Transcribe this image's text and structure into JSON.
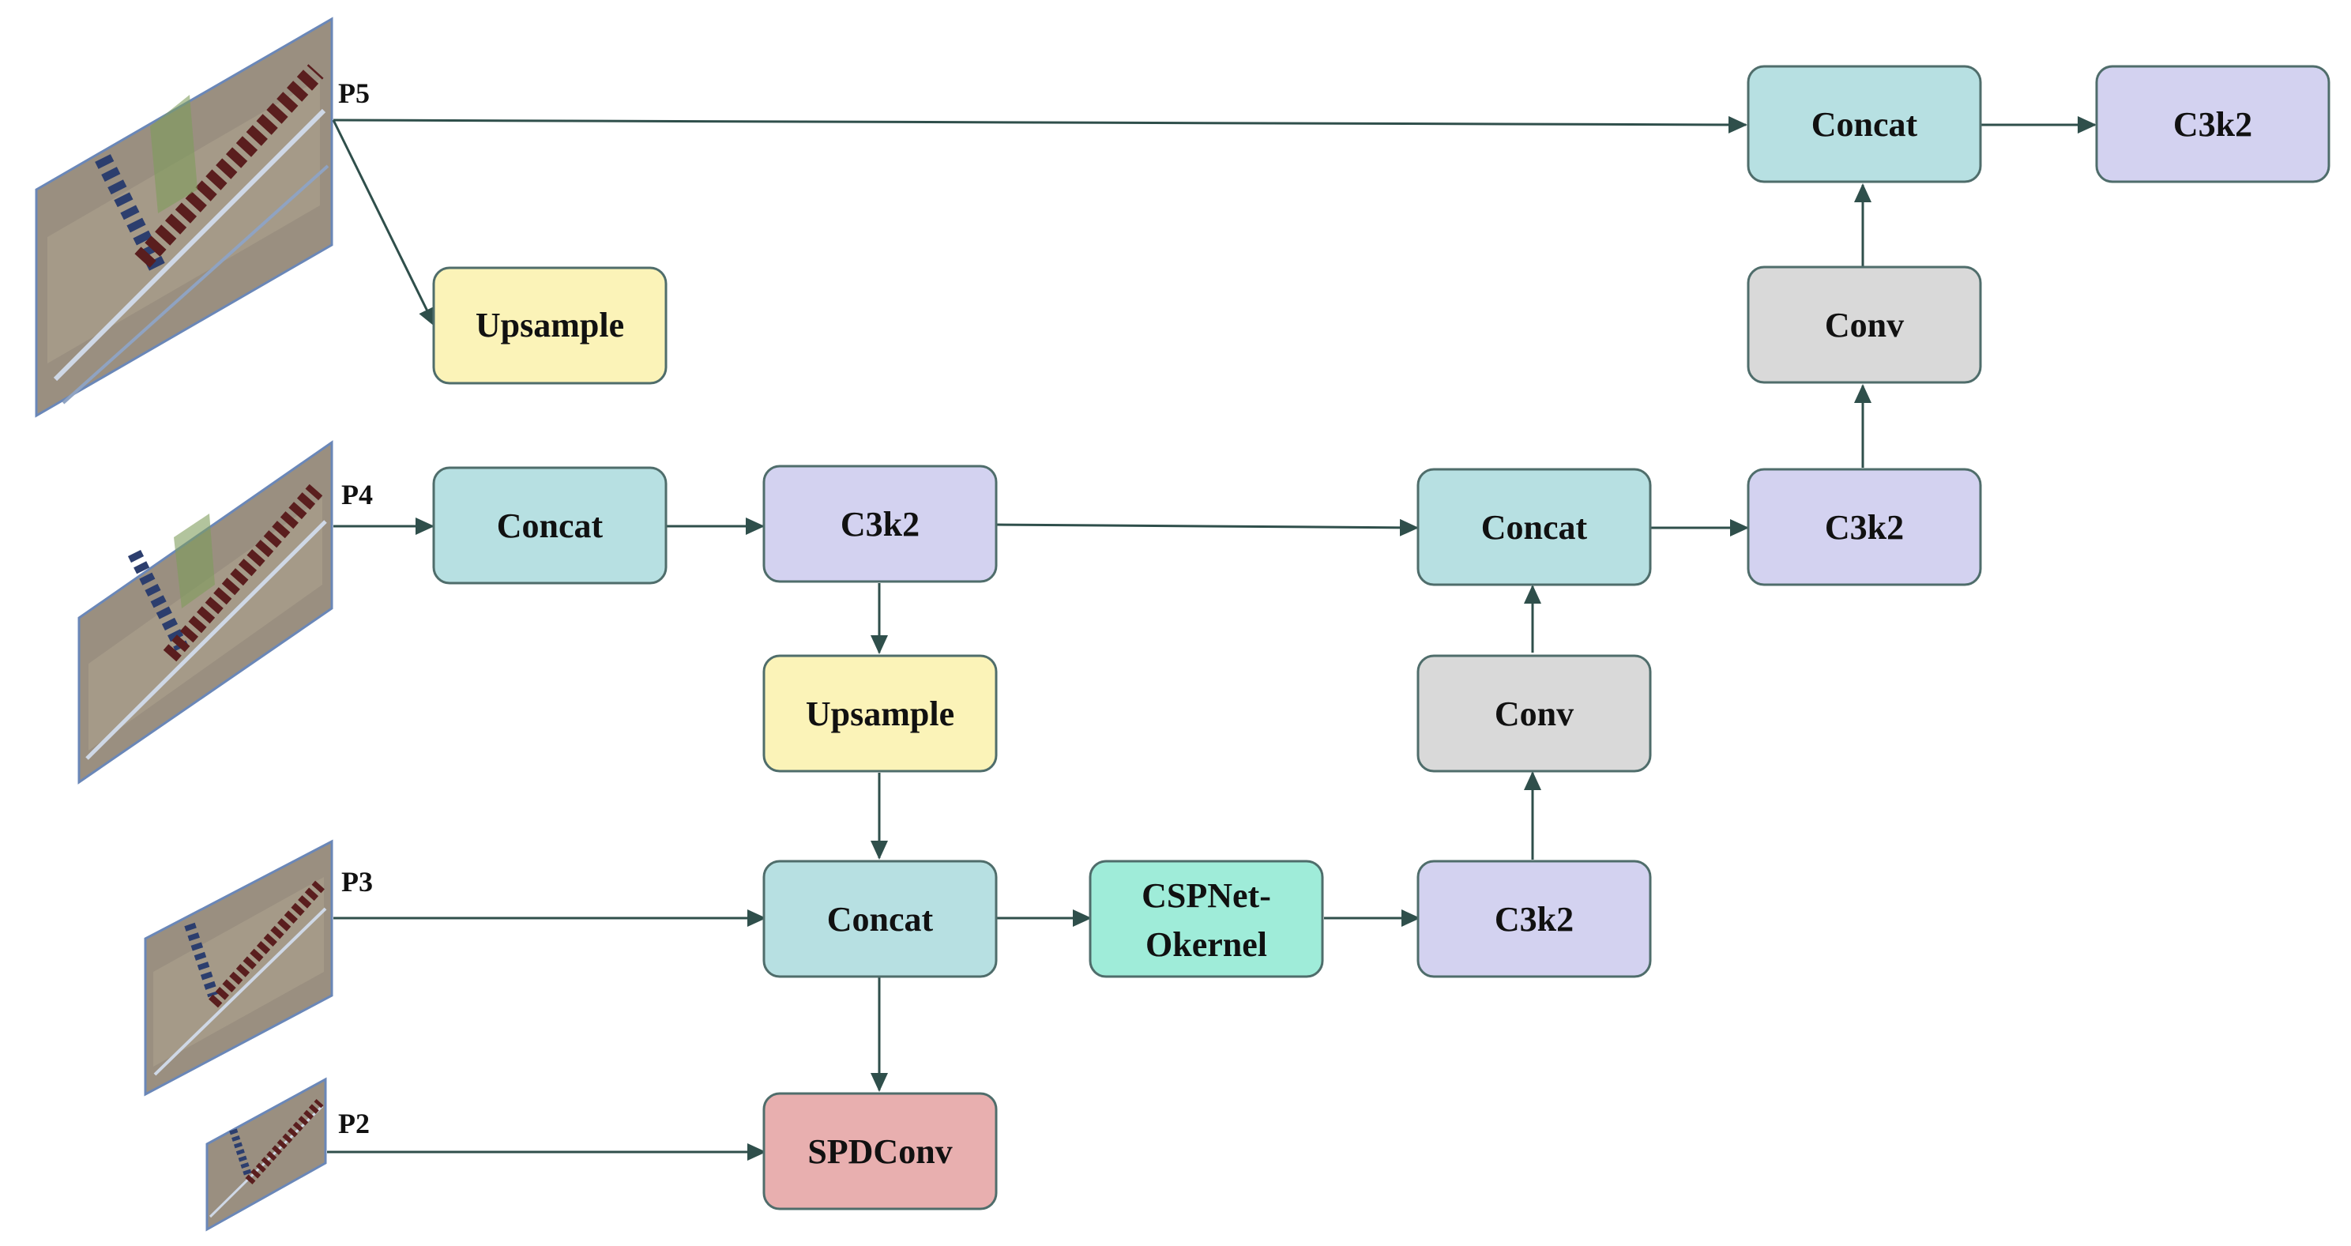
{
  "colors": {
    "concat": "#b7e0e2",
    "c3k2": "#d3d2f0",
    "upsample": "#fbf3b8",
    "conv": "#d9d9d9",
    "cspnet": "#9fecd9",
    "spdconv": "#e8afaf",
    "border": "#4f6d6b",
    "arrow": "#2f4f4b"
  },
  "inputs": {
    "p5": {
      "label": "P5"
    },
    "p4": {
      "label": "P4"
    },
    "p3": {
      "label": "P3"
    },
    "p2": {
      "label": "P2"
    }
  },
  "nodes": {
    "upsample_top": {
      "label": "Upsample",
      "kind": "upsample"
    },
    "concat_p4": {
      "label": "Concat",
      "kind": "concat"
    },
    "c3k2_p4": {
      "label": "C3k2",
      "kind": "c3k2"
    },
    "upsample_mid": {
      "label": "Upsample",
      "kind": "upsample"
    },
    "concat_p3": {
      "label": "Concat",
      "kind": "concat"
    },
    "spdconv": {
      "label": "SPDConv",
      "kind": "spdconv"
    },
    "cspnet": {
      "label_line1": "CSPNet-",
      "label_line2": "Okernel",
      "kind": "cspnet"
    },
    "c3k2_p3": {
      "label": "C3k2",
      "kind": "c3k2"
    },
    "conv_mid": {
      "label": "Conv",
      "kind": "conv"
    },
    "concat_mid": {
      "label": "Concat",
      "kind": "concat"
    },
    "c3k2_mid": {
      "label": "C3k2",
      "kind": "c3k2"
    },
    "conv_top": {
      "label": "Conv",
      "kind": "conv"
    },
    "concat_top": {
      "label": "Concat",
      "kind": "concat"
    },
    "c3k2_out": {
      "label": "C3k2",
      "kind": "c3k2"
    }
  }
}
